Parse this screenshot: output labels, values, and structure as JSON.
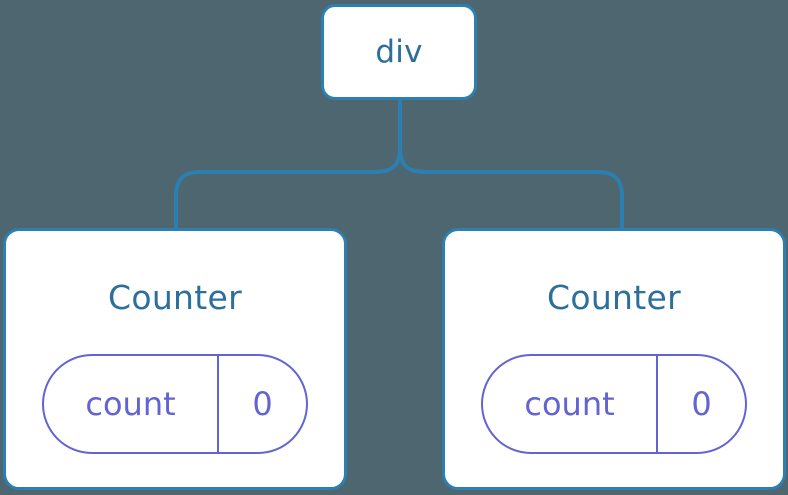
{
  "diagram": {
    "type": "component-tree",
    "background_color": "#4d6670",
    "node_border_color": "#2c7fb0",
    "node_fill_color": "#ffffff",
    "title_color": "#2c6f9b",
    "state_color": "#6264d4",
    "connector_color": "#2c7fb0"
  },
  "root": {
    "label": "div"
  },
  "children": [
    {
      "label": "Counter",
      "state": {
        "key": "count",
        "value": "0"
      }
    },
    {
      "label": "Counter",
      "state": {
        "key": "count",
        "value": "0"
      }
    }
  ]
}
